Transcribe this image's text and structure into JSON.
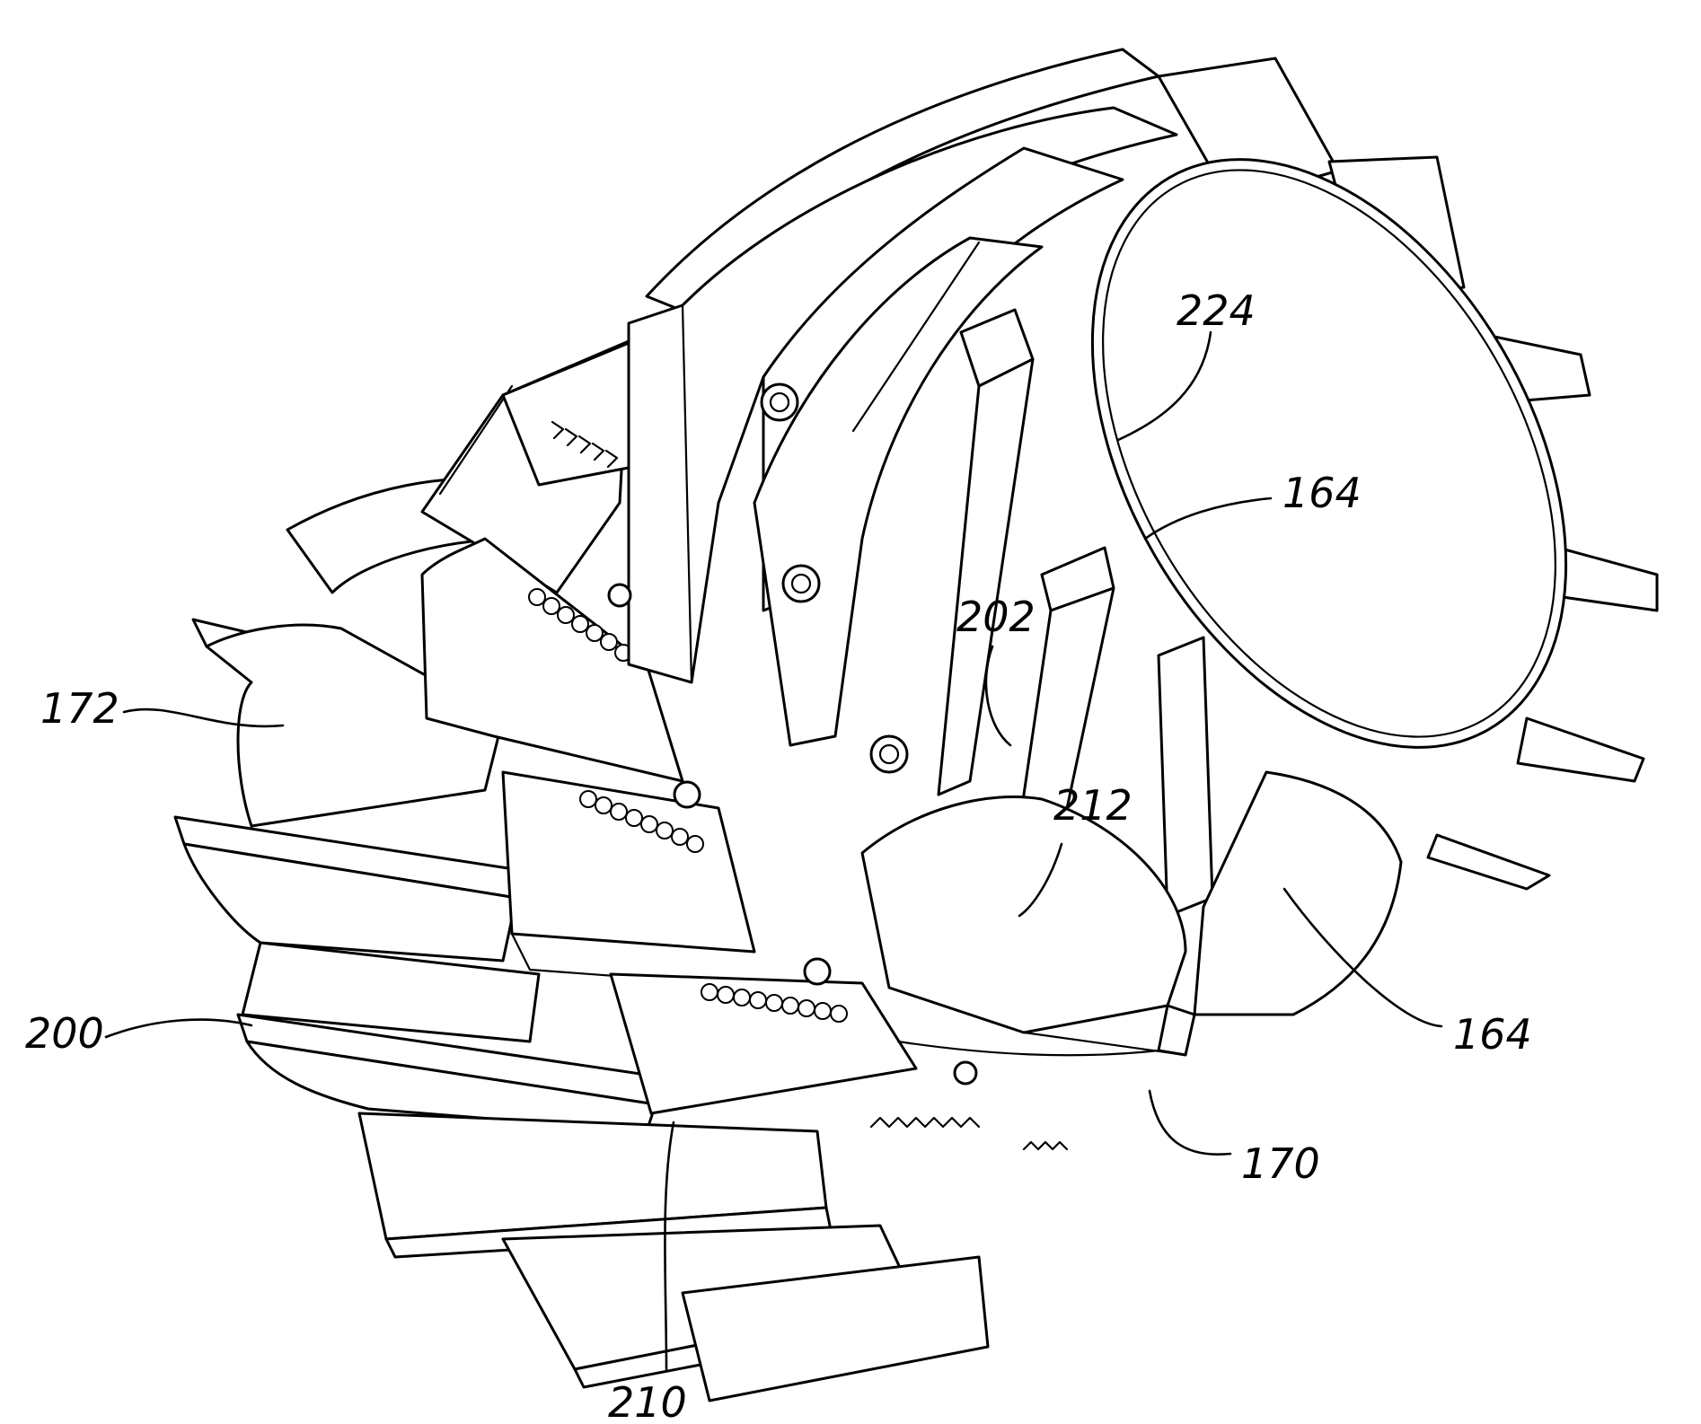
{
  "figure": {
    "labels": {
      "r224": "224",
      "r164_top": "164",
      "r202": "202",
      "r172": "172",
      "r212": "212",
      "r164_right": "164",
      "r200": "200",
      "r170": "170",
      "r210": "210"
    }
  }
}
